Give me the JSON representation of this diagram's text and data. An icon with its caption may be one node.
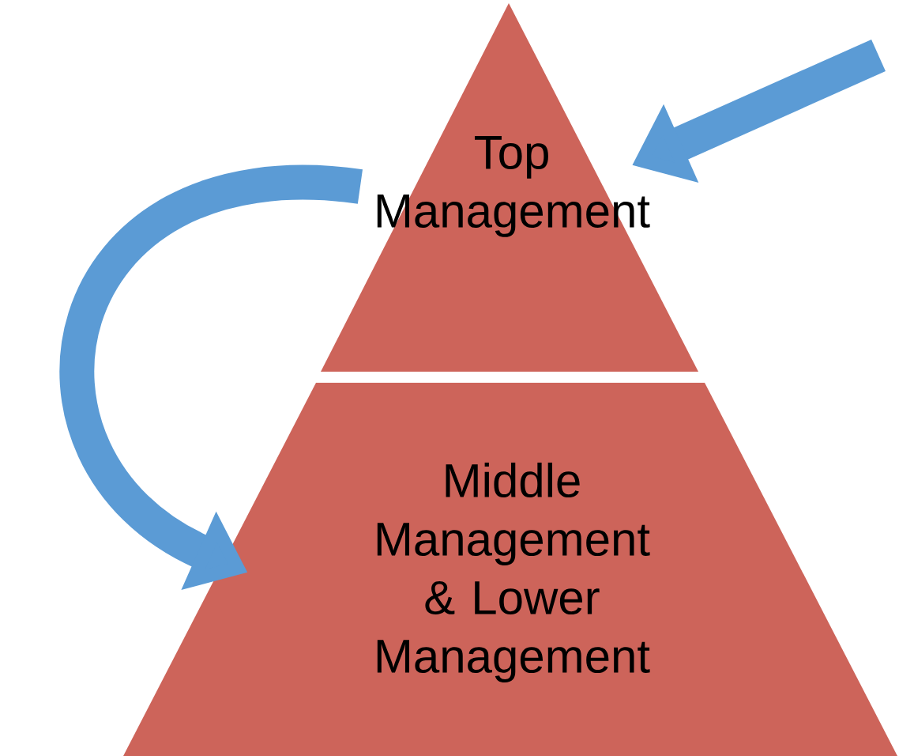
{
  "diagram": {
    "nodes": [
      {
        "text": [
          "Top Management"
        ]
      },
      {
        "text": [
          "Middle Management & Lower Management"
        ]
      }
    ],
    "edges": [
      {
        "from": null,
        "to": 0,
        "arrow": "to"
      },
      {
        "from": 0,
        "to": 1,
        "arrow": "to"
      }
    ]
  }
}
